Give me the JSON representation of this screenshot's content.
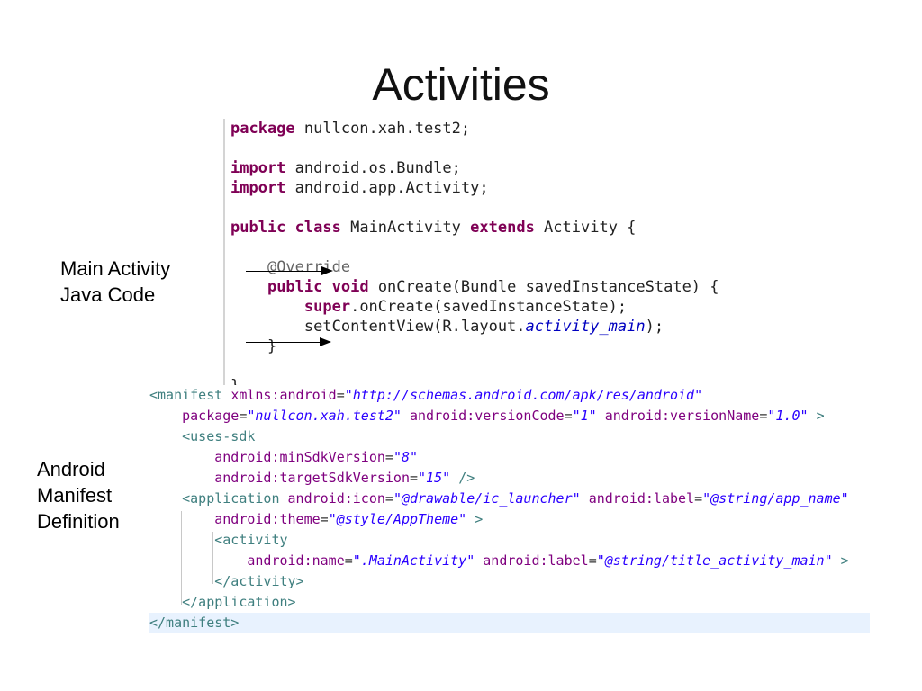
{
  "slide": {
    "title": "Activities"
  },
  "labels": {
    "java": [
      "Main Activity",
      "Java Code"
    ],
    "manifest": [
      "Android",
      "Manifest",
      "Definition"
    ]
  },
  "java_code": {
    "package_kw": "package",
    "package_name": " nullcon.xah.test2;",
    "import_kw": "import",
    "import_1": " android.os.Bundle;",
    "import_2": " android.app.Activity;",
    "public_kw": "public",
    "class_kw": "class",
    "class_name": " MainActivity ",
    "extends_kw": "extends",
    "parent_class": " Activity {",
    "override": "@Override",
    "void_kw": "void",
    "oncreate_sig": " onCreate(Bundle savedInstanceState) {",
    "super_kw": "super",
    "super_call": ".onCreate(savedInstanceState);",
    "set_content_view": "setContentView(R.layout.",
    "layout_field": "activity_main",
    "set_content_view_end": ");",
    "close_brace": "}"
  },
  "manifest_code": {
    "manifest_open": "<manifest",
    "xmlns_attr": "xmlns:android",
    "xmlns_val": "\"http://schemas.android.com/apk/res/android\"",
    "package_attr": "package",
    "package_val": "\"nullcon.xah.test2\"",
    "version_code_attr": "android:versionCode",
    "version_code_val": "\"1\"",
    "version_name_attr": "android:versionName",
    "version_name_val": "\"1.0\"",
    "tag_end": ">",
    "uses_sdk_open": "<uses-sdk",
    "min_sdk_attr": "android:minSdkVersion",
    "min_sdk_val": "\"8\"",
    "target_sdk_attr": "android:targetSdkVersion",
    "target_sdk_val": "\"15\"",
    "self_close": "/>",
    "application_open": "<application",
    "icon_attr": "android:icon",
    "icon_val": "\"@drawable/ic_launcher\"",
    "label_attr": "android:label",
    "label_val": "\"@string/app_name\"",
    "theme_attr": "android:theme",
    "theme_val": "\"@style/AppTheme\"",
    "activity_open": "<activity",
    "name_attr": "android:name",
    "name_val": "\".MainActivity\"",
    "activity_label_attr": "android:label",
    "activity_label_val": "\"@string/title_activity_main\"",
    "activity_close": "</activity>",
    "application_close": "</application>",
    "manifest_close": "</manifest>"
  }
}
